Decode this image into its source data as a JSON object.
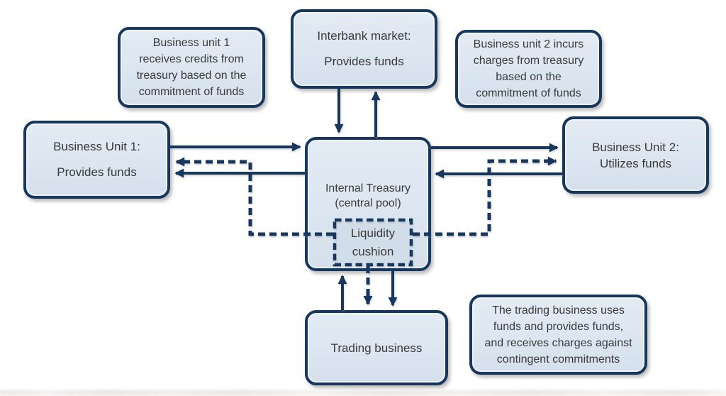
{
  "diagram": {
    "type": "flow-diagram",
    "subject": "internal-treasury-funds-flow",
    "colors": {
      "box_border": "#17375e",
      "box_fill": "#dce6f1",
      "cushion_fill": "#d2ddea",
      "arrow": "#17375e",
      "text": "#3a3a3a",
      "background": "#ffffff"
    },
    "nodes": {
      "note_bu1": {
        "lines": [
          "Business unit 1",
          "receives credits from",
          "treasury based on the",
          "commitment of funds"
        ]
      },
      "interbank": {
        "lines": [
          "Interbank market:",
          "Provides funds"
        ]
      },
      "note_bu2": {
        "lines": [
          "Business unit 2 incurs",
          "charges from treasury",
          "based on the",
          "commitment of funds"
        ]
      },
      "bu1": {
        "lines": [
          "Business Unit 1:",
          "Provides funds"
        ]
      },
      "bu2": {
        "lines": [
          "Business Unit 2:",
          "Utilizes funds"
        ]
      },
      "treasury": {
        "lines": [
          "Internal Treasury",
          "(central pool)"
        ]
      },
      "cushion": {
        "lines": [
          "Liquidity",
          "cushion"
        ]
      },
      "trading": {
        "lines": [
          "Trading business"
        ]
      },
      "note_trading": {
        "lines": [
          "The trading business uses",
          "funds and provides funds,",
          "and receives charges against",
          "contingent commitments"
        ]
      }
    },
    "edges": [
      {
        "from": "interbank-market",
        "to": "internal-treasury",
        "style": "solid"
      },
      {
        "from": "internal-treasury",
        "to": "interbank-market",
        "style": "solid"
      },
      {
        "from": "business-unit-1",
        "to": "internal-treasury",
        "style": "solid"
      },
      {
        "from": "internal-treasury",
        "to": "business-unit-1",
        "style": "solid"
      },
      {
        "from": "internal-treasury",
        "to": "business-unit-2",
        "style": "solid"
      },
      {
        "from": "business-unit-2",
        "to": "internal-treasury",
        "style": "solid"
      },
      {
        "from": "trading-business",
        "to": "internal-treasury",
        "style": "solid"
      },
      {
        "from": "internal-treasury",
        "to": "trading-business",
        "style": "solid"
      },
      {
        "from": "liquidity-cushion",
        "to": "trading-business",
        "style": "dashed"
      },
      {
        "from": "liquidity-cushion",
        "to": "business-unit-1",
        "style": "dashed"
      },
      {
        "from": "liquidity-cushion",
        "to": "business-unit-2",
        "style": "dashed"
      }
    ]
  }
}
